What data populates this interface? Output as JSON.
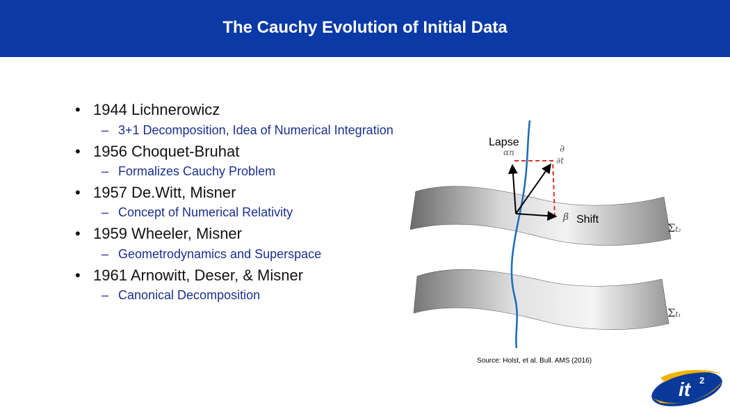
{
  "slide": {
    "title": "The Cauchy Evolution of Initial Data",
    "bullets": [
      {
        "text": "1944 Lichnerowicz",
        "sub": "3+1 Decomposition, Idea of Numerical Integration"
      },
      {
        "text": "1956 Choquet-Bruhat",
        "sub": "Formalizes Cauchy Problem"
      },
      {
        "text": "1957 De.Witt, Misner",
        "sub": "Concept of Numerical Relativity"
      },
      {
        "text": "1959 Wheeler, Misner",
        "sub": "Geometrodynamics and Superspace"
      },
      {
        "text": "1961 Arnowitt, Deser, & Misner",
        "sub": "Canonical Decomposition"
      }
    ],
    "bullet_symbol": "•",
    "sub_symbol": "–"
  },
  "figure": {
    "lapse_label": "Lapse",
    "lapse_symbol": "αn",
    "dt_symbol_num": "∂",
    "dt_symbol_den": "∂t",
    "shift_label": "Shift",
    "shift_symbol": "β",
    "sigma_symbol": "Σ",
    "sigma_upper_sub": "t₂",
    "sigma_lower_sub": "t₁",
    "source": "Source: Holst, et al. Bull. AMS (2016)"
  },
  "logo": {
    "text": "it",
    "superscript": "2"
  },
  "colors": {
    "header": "#0b3aa6",
    "subbullet": "#1a2f8f",
    "worldline": "#1f6fb8",
    "dashed": "#e0302a",
    "logo_blue": "#0a3a99",
    "logo_gold": "#f2b400"
  }
}
